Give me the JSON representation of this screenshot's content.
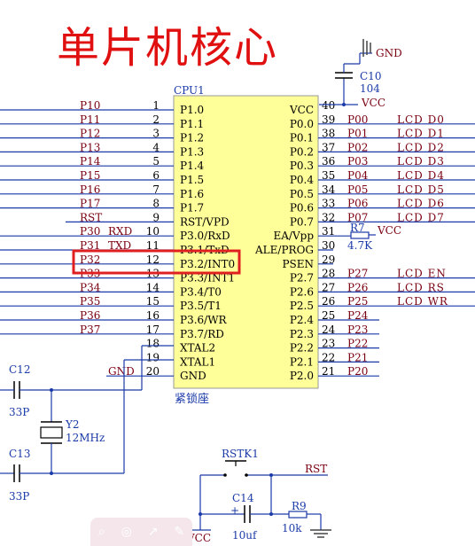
{
  "title": "单片机核心",
  "chip": {
    "name": "CPU1",
    "package": "紧锁座",
    "left_pins": [
      {
        "num": "1",
        "name": "P1.0",
        "net": "P10"
      },
      {
        "num": "2",
        "name": "P1.1",
        "net": "P11"
      },
      {
        "num": "3",
        "name": "P1.2",
        "net": "P12"
      },
      {
        "num": "4",
        "name": "P1.3",
        "net": "P13"
      },
      {
        "num": "5",
        "name": "P1.4",
        "net": "P14"
      },
      {
        "num": "6",
        "name": "P1.5",
        "net": "P15"
      },
      {
        "num": "7",
        "name": "P1.6",
        "net": "P16"
      },
      {
        "num": "8",
        "name": "P1.7",
        "net": "P17"
      },
      {
        "num": "9",
        "name": "RST/VPD",
        "net": "RST"
      },
      {
        "num": "10",
        "name": "P3.0/RxD",
        "net": "P30",
        "alt": "RXD"
      },
      {
        "num": "11",
        "name": "P3.1/TxD",
        "net": "P31",
        "alt": "TXD"
      },
      {
        "num": "12",
        "name": "P3.2/INT0",
        "net": "P32"
      },
      {
        "num": "13",
        "name": "P3.3/INT1",
        "net": "P33"
      },
      {
        "num": "14",
        "name": "P3.4/T0",
        "net": "P34"
      },
      {
        "num": "15",
        "name": "P3.5/T1",
        "net": "P35"
      },
      {
        "num": "16",
        "name": "P3.6/WR",
        "net": "P36"
      },
      {
        "num": "17",
        "name": "P3.7/RD",
        "net": "P37"
      },
      {
        "num": "18",
        "name": "XTAL2",
        "net": ""
      },
      {
        "num": "19",
        "name": "XTAL1",
        "net": ""
      },
      {
        "num": "20",
        "name": "GND",
        "net": "GND"
      }
    ],
    "right_pins": [
      {
        "num": "40",
        "name": "VCC",
        "net": "VCC",
        "func": ""
      },
      {
        "num": "39",
        "name": "P0.0",
        "net": "P00",
        "func": "LCD D0"
      },
      {
        "num": "38",
        "name": "P0.1",
        "net": "P01",
        "func": "LCD D1"
      },
      {
        "num": "37",
        "name": "P0.2",
        "net": "P02",
        "func": "LCD D2"
      },
      {
        "num": "36",
        "name": "P0.3",
        "net": "P03",
        "func": "LCD D3"
      },
      {
        "num": "35",
        "name": "P0.4",
        "net": "P04",
        "func": "LCD D4"
      },
      {
        "num": "34",
        "name": "P0.5",
        "net": "P05",
        "func": "LCD D5"
      },
      {
        "num": "33",
        "name": "P0.6",
        "net": "P06",
        "func": "LCD D6"
      },
      {
        "num": "32",
        "name": "P0.7",
        "net": "P07",
        "func": "LCD D7"
      },
      {
        "num": "31",
        "name": "EA/Vpp",
        "net": "",
        "func": ""
      },
      {
        "num": "30",
        "name": "ALE/PROG",
        "net": "",
        "func": ""
      },
      {
        "num": "29",
        "name": "PSEN",
        "net": "",
        "func": ""
      },
      {
        "num": "28",
        "name": "P2.7",
        "net": "P27",
        "func": "LCD EN"
      },
      {
        "num": "27",
        "name": "P2.6",
        "net": "P26",
        "func": "LCD RS"
      },
      {
        "num": "26",
        "name": "P2.5",
        "net": "P25",
        "func": "LCD WR"
      },
      {
        "num": "25",
        "name": "P2.4",
        "net": "P24",
        "func": ""
      },
      {
        "num": "24",
        "name": "P2.3",
        "net": "P23",
        "func": ""
      },
      {
        "num": "23",
        "name": "P2.2",
        "net": "P22",
        "func": ""
      },
      {
        "num": "22",
        "name": "P2.1",
        "net": "P21",
        "func": ""
      },
      {
        "num": "21",
        "name": "P2.0",
        "net": "P20",
        "func": ""
      }
    ]
  },
  "components": {
    "c10": {
      "ref": "C10",
      "value": "104",
      "gnd": "GND",
      "vcc": "VCC"
    },
    "r7": {
      "ref": "R7",
      "value": "4.7K",
      "vcc": "VCC"
    },
    "c12": {
      "ref": "C12",
      "value": "33P"
    },
    "c13": {
      "ref": "C13",
      "value": "33P"
    },
    "y2": {
      "ref": "Y2",
      "value": "12MHz"
    },
    "stk": {
      "ref": "RSTK1",
      "net": "RST"
    },
    "c14": {
      "ref": "C14",
      "value": "10uf",
      "vcc": "VCC",
      "plus": "+"
    },
    "r9": {
      "ref": "R9",
      "value": "10k"
    }
  },
  "colors": {
    "wire": "#1a3aa8",
    "pin_label": "#7a0010",
    "chip_fill": "#ffff99",
    "highlight": "#e02020",
    "title": "#e01010",
    "ground": "#444444"
  },
  "toolbar": {
    "icons": [
      "search-icon",
      "chat-icon",
      "share-icon",
      "edit-icon"
    ]
  }
}
